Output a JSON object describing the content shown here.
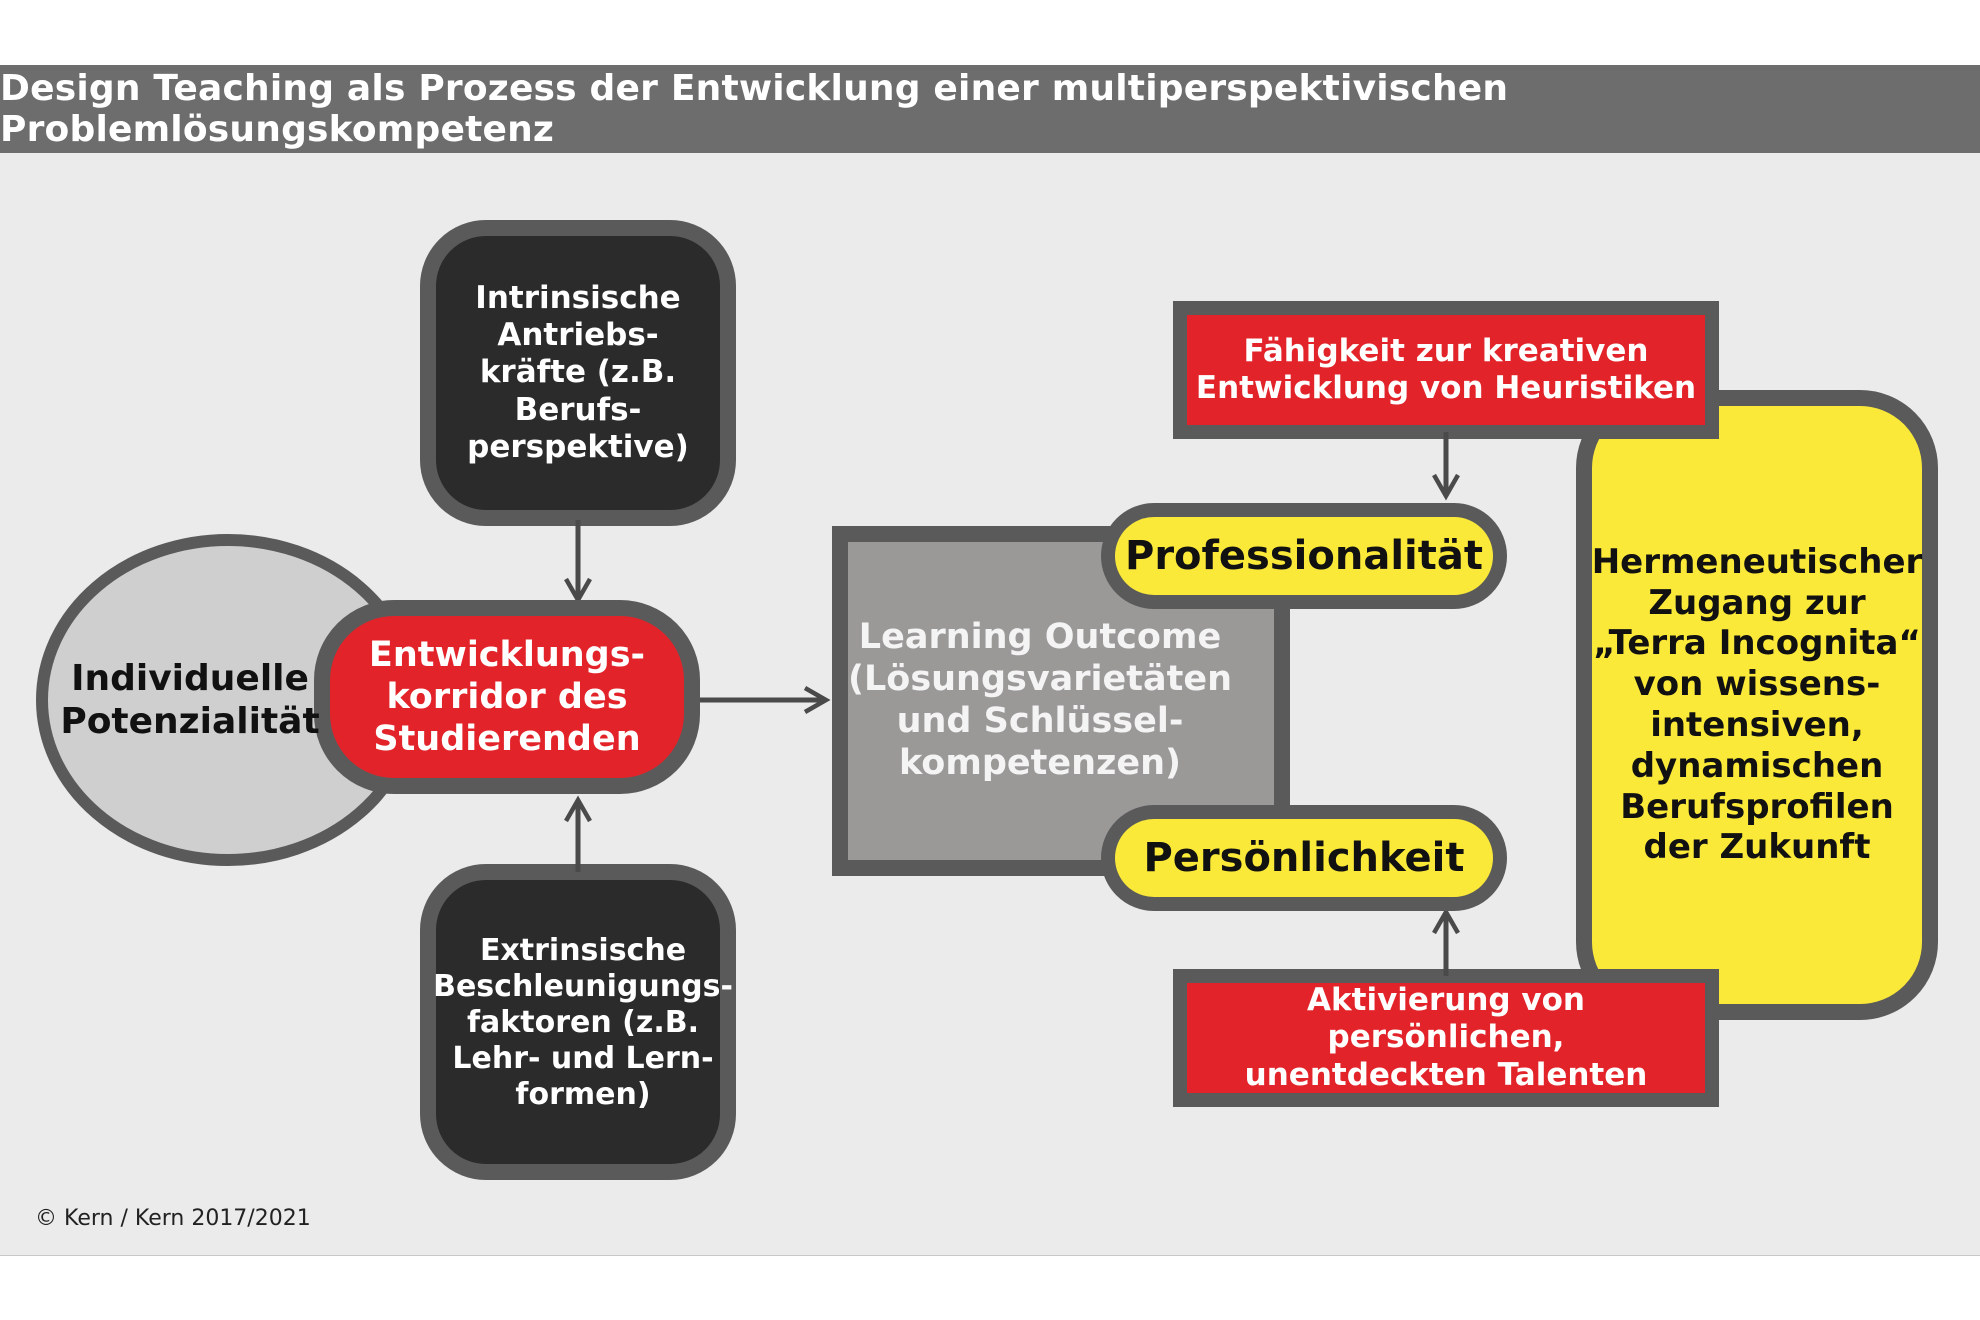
{
  "title": "Design Teaching als Prozess der Entwicklung einer multiperspektivischen Problemlösungskompetenz",
  "nodes": {
    "intrinsic": "Intrinsische\nAntriebs-\nkräfte (z.B.\nBerufs-\nperspektive)",
    "potential": "Individuelle\nPotenzialität",
    "corridor": "Entwicklungs-\nkorridor des\nStudierenden",
    "extrinsic": "Extrinsische\nBeschleunigungs-\nfaktoren (z.B.\nLehr- und Lern-\nformen)",
    "outcome": "Learning Outcome\n(Lösungsvarietäten\nund Schlüssel-\nkompetenzen)",
    "professionalism": "Professionalität",
    "personality": "Persönlichkeit",
    "heuristics": "Fähigkeit zur kreativen\nEntwicklung von Heuristiken",
    "talents": "Aktivierung von persönlichen,\nunentdeckten Talenten",
    "hermeneutic": "Hermeneutischer\nZugang zur\n„Terra Incognita“\nvon wissens-\nintensiven,\ndynamischen\nBerufsprofilen\nder Zukunft"
  },
  "copyright": "© Kern / Kern 2017/2021",
  "colors": {
    "title_bar": "#6d6d6d",
    "dark_box": "#2b2b2b",
    "border": "#5a5a5a",
    "red": "#e2242a",
    "yellow": "#fbe93a",
    "light_gray": "#cfcfcf",
    "mid_gray": "#9b9898"
  }
}
